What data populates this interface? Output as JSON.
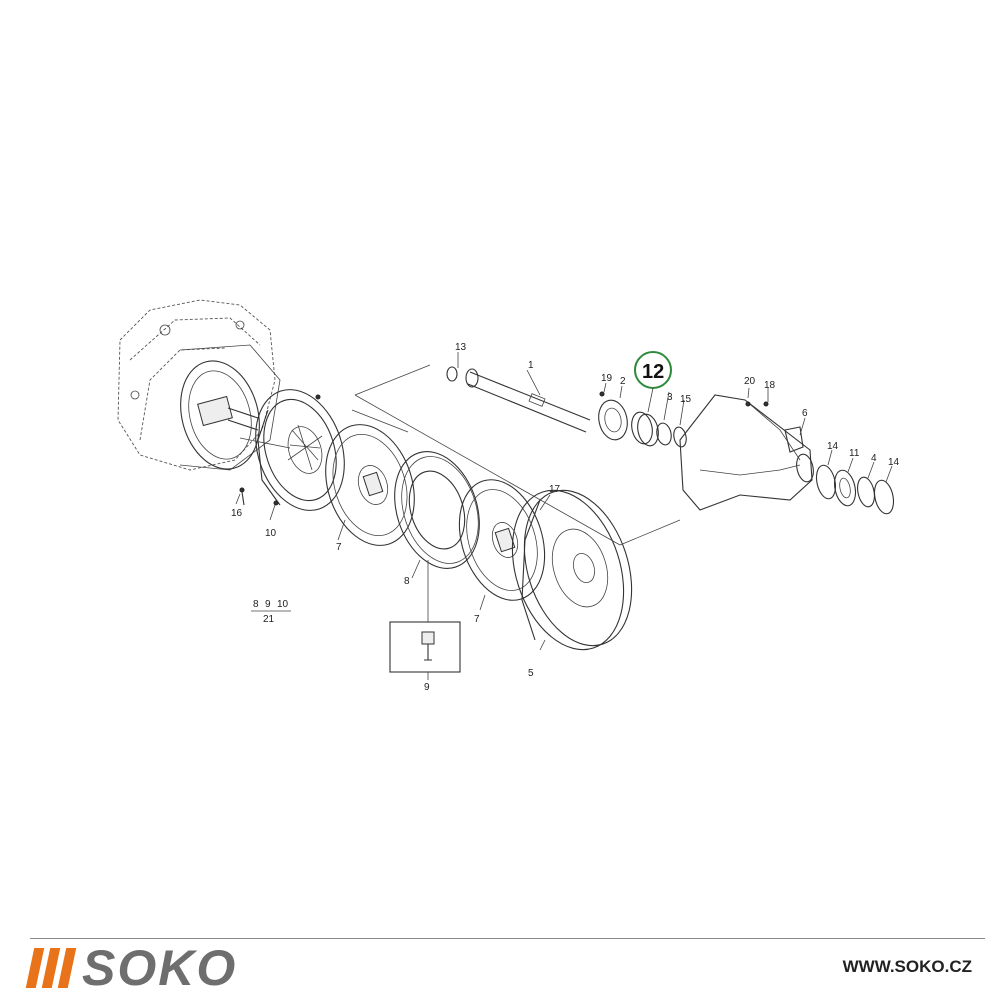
{
  "diagram": {
    "part_labels": {
      "p1": "1",
      "p2": "2",
      "p3": "3",
      "p4": "4",
      "p5": "5",
      "p6": "6",
      "p7a": "7",
      "p7b": "7",
      "p8": "8",
      "p9": "9",
      "p10": "10",
      "p11": "11",
      "p13": "13",
      "p14a": "14",
      "p14b": "14",
      "p15": "15",
      "p16": "16",
      "p17": "17",
      "p18": "18",
      "p19": "19",
      "p20": "20"
    },
    "highlighted_label": "12",
    "highlight_color": "#2e8b3c",
    "group_note": {
      "top": [
        "8",
        "9",
        "10"
      ],
      "bottom": "21"
    }
  },
  "footer": {
    "brand": "SOKO",
    "brand_color": "#6e6e6e",
    "accent_color": "#e8731a",
    "website": "WWW.SOKO.CZ"
  }
}
